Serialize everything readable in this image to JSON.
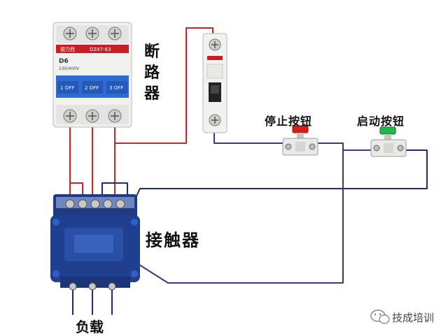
{
  "labels": {
    "breaker": "断路器",
    "stop_button": "停止按钮",
    "start_button": "启动按钮",
    "contactor": "接触器",
    "load": "负载"
  },
  "breaker_text": {
    "brand": "德力西",
    "model": "DZ47-63",
    "rating": "D6",
    "voltage": "230/400V",
    "poles": [
      "1 OFF",
      "2 OFF",
      "3 OFF"
    ]
  },
  "watermark": "技成培训",
  "colors": {
    "wire_red": "#c0282a",
    "wire_blue": "#1d2a7a",
    "wire_navy": "#3a3a7a",
    "device_white": "#f1f1ef",
    "device_blue": "#2d6bd3",
    "stop_cap": "#d81e1e",
    "start_cap": "#1fb84a",
    "contactor_blue": "#1f3b86"
  }
}
